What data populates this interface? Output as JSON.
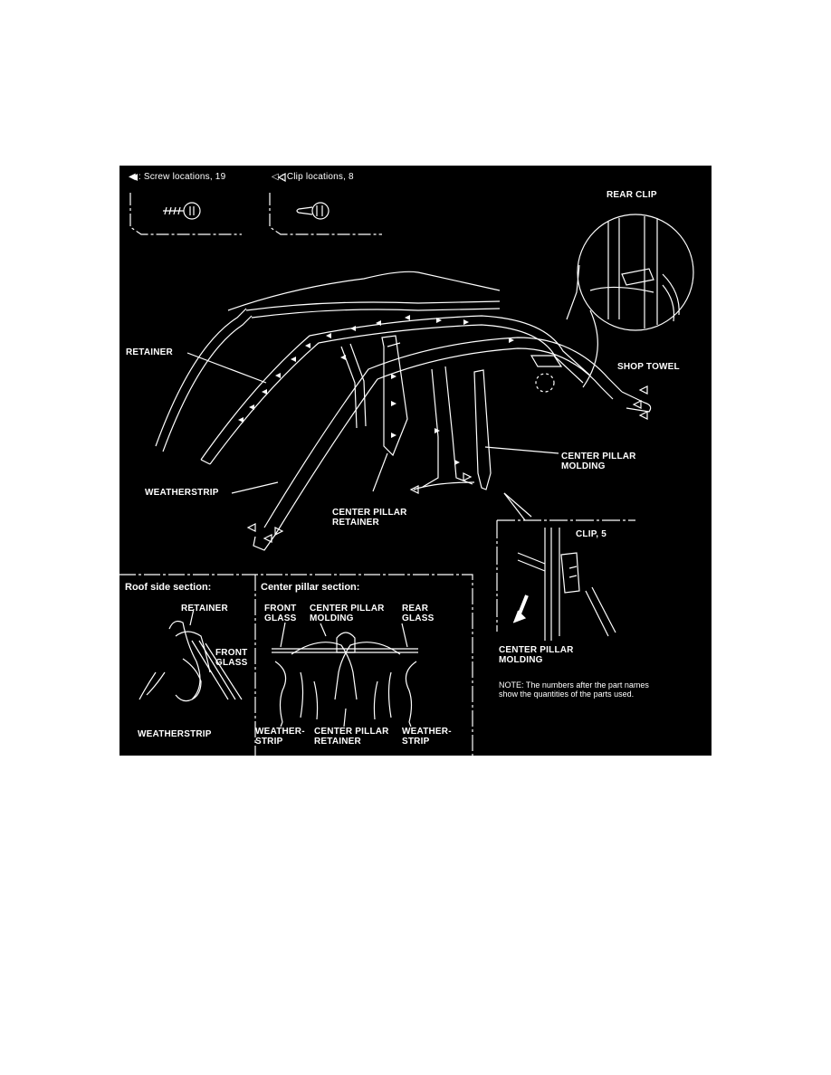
{
  "legend": {
    "screw": "◀ : Screw locations, 19",
    "clip": "◁ : Clip locations, 8"
  },
  "labels": {
    "rear_clip": "REAR CLIP",
    "shop_towel": "SHOP TOWEL",
    "retainer": "RETAINER",
    "weatherstrip": "WEATHERSTRIP",
    "center_pillar_molding": "CENTER PILLAR\nMOLDING",
    "center_pillar_retainer": "CENTER PILLAR\nRETAINER",
    "clip_5": "CLIP, 5",
    "center_pillar_molding_detail": "CENTER PILLAR\nMOLDING",
    "note": "NOTE:  The numbers after the part names\nshow the quantities of the parts used."
  },
  "roof_section": {
    "title": "Roof side section:",
    "retainer": "RETAINER",
    "front_glass": "FRONT\nGLASS",
    "weatherstrip": "WEATHERSTRIP"
  },
  "pillar_section": {
    "title": "Center pillar section:",
    "front_glass": "FRONT\nGLASS",
    "center_pillar_molding": "CENTER PILLAR\nMOLDING",
    "rear_glass": "REAR\nGLASS",
    "weatherstrip_left": "WEATHER-\nSTRIP",
    "center_pillar_retainer": "CENTER PILLAR\nRETAINER",
    "weatherstrip_right": "WEATHER-\nSTRIP"
  }
}
